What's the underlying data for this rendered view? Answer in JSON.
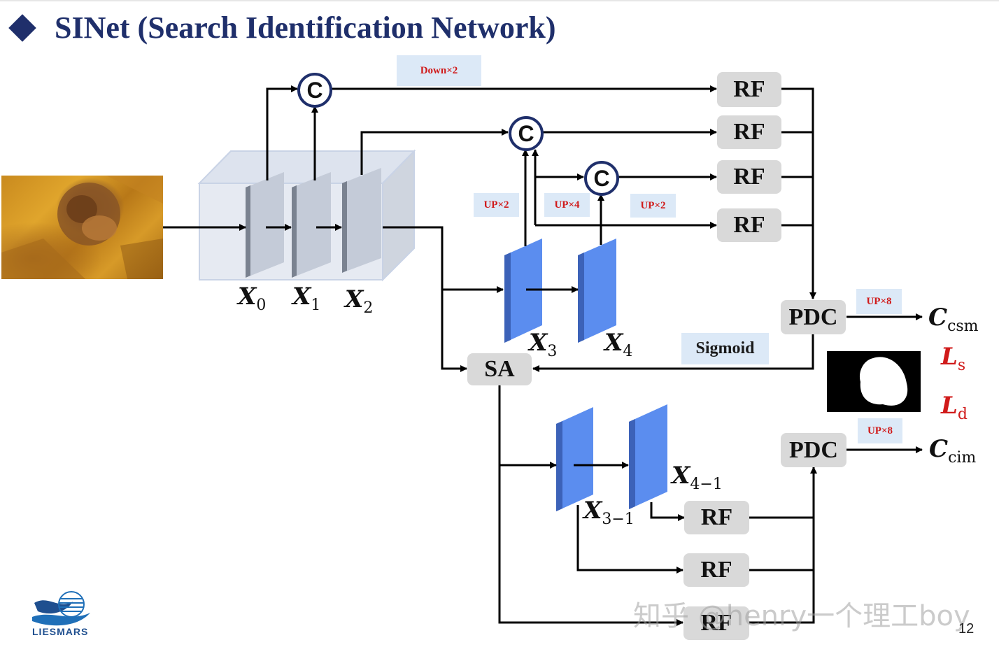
{
  "title": "SINet (Search Identification Network)",
  "tags": {
    "down2": "Down×2",
    "up2_a": "UP×2",
    "up4": "UP×4",
    "up2_b": "UP×2",
    "up8_csm": "UP×8",
    "up8_cim": "UP×8",
    "sigmoid": "Sigmoid"
  },
  "concat_label": "C",
  "rf_label": "RF",
  "pdc_label": "PDC",
  "sa_label": "SA",
  "vars": {
    "x0": {
      "base": "X",
      "sub": "0"
    },
    "x1": {
      "base": "X",
      "sub": "1"
    },
    "x2": {
      "base": "X",
      "sub": "2"
    },
    "x3": {
      "base": "X",
      "sub": "3"
    },
    "x4": {
      "base": "X",
      "sub": "4"
    },
    "x3_1": {
      "base": "X",
      "sub": "3−1"
    },
    "x4_1": {
      "base": "X",
      "sub": "4−1"
    },
    "c_csm": {
      "base": "C",
      "sub": "csm"
    },
    "c_cim": {
      "base": "C",
      "sub": "cim"
    },
    "l_s": {
      "base": "L",
      "sub": "s"
    },
    "l_d": {
      "base": "L",
      "sub": "d"
    }
  },
  "logo_text": "LIESMARS",
  "watermark": "知乎 @henry一个理工boy",
  "page_number": "12",
  "colors": {
    "title": "#1f2f6b",
    "feature_blue": "#5b8def",
    "feature_gray": "#b8c2d2",
    "tag_bg": "#dce9f7",
    "tag_text": "#d01a1a",
    "box": "#d9d9d9"
  }
}
